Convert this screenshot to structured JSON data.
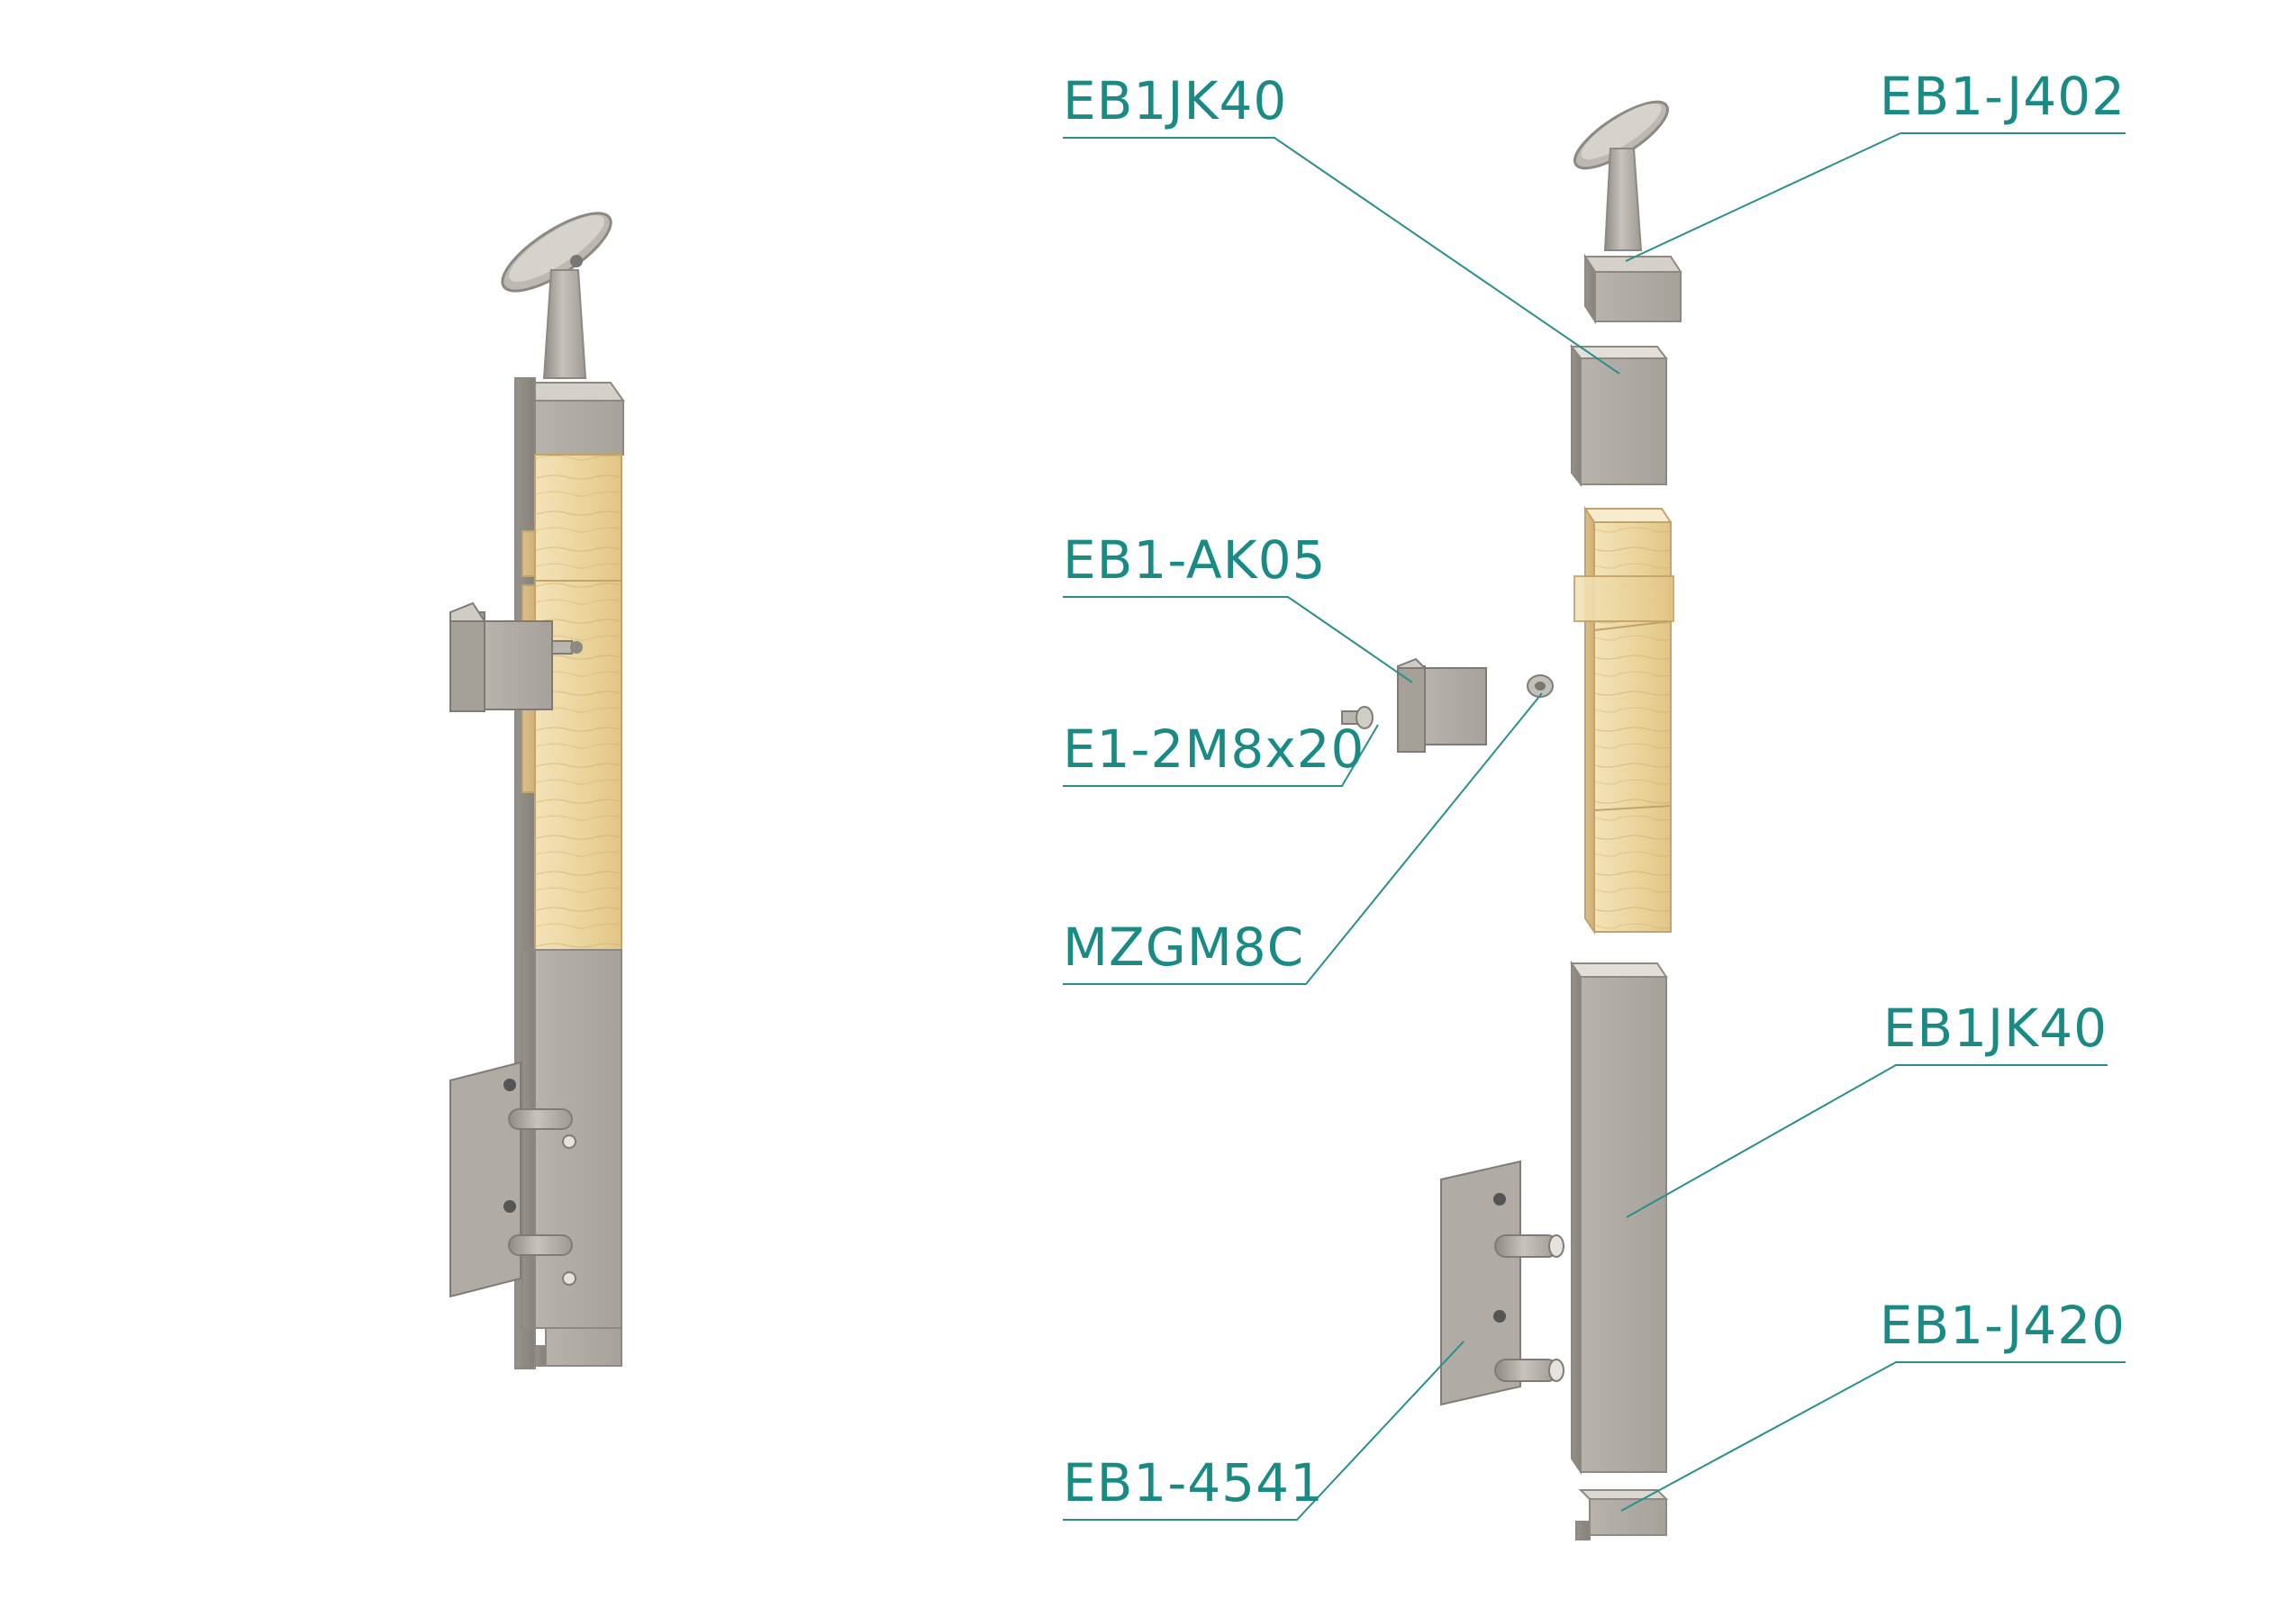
{
  "colors": {
    "label": "#1a8a84",
    "leader": "#2a8f8a",
    "steel_light": "#c9c6c0",
    "steel_mid": "#a9a59e",
    "steel_dark": "#8a867f",
    "wood_light": "#f2e2b6",
    "wood_mid": "#e3c98c",
    "wood_dark": "#d2b274"
  },
  "labels": {
    "top_left_tube": "EB1JK40",
    "top_right_holder": "EB1-J402",
    "glass_clamp": "EB1-AK05",
    "screw": "E1-2M8x20",
    "nut": "MZGM8C",
    "lower_tube": "EB1JK40",
    "end_cap": "EB1-J420",
    "wall_bracket": "EB1-4541"
  }
}
